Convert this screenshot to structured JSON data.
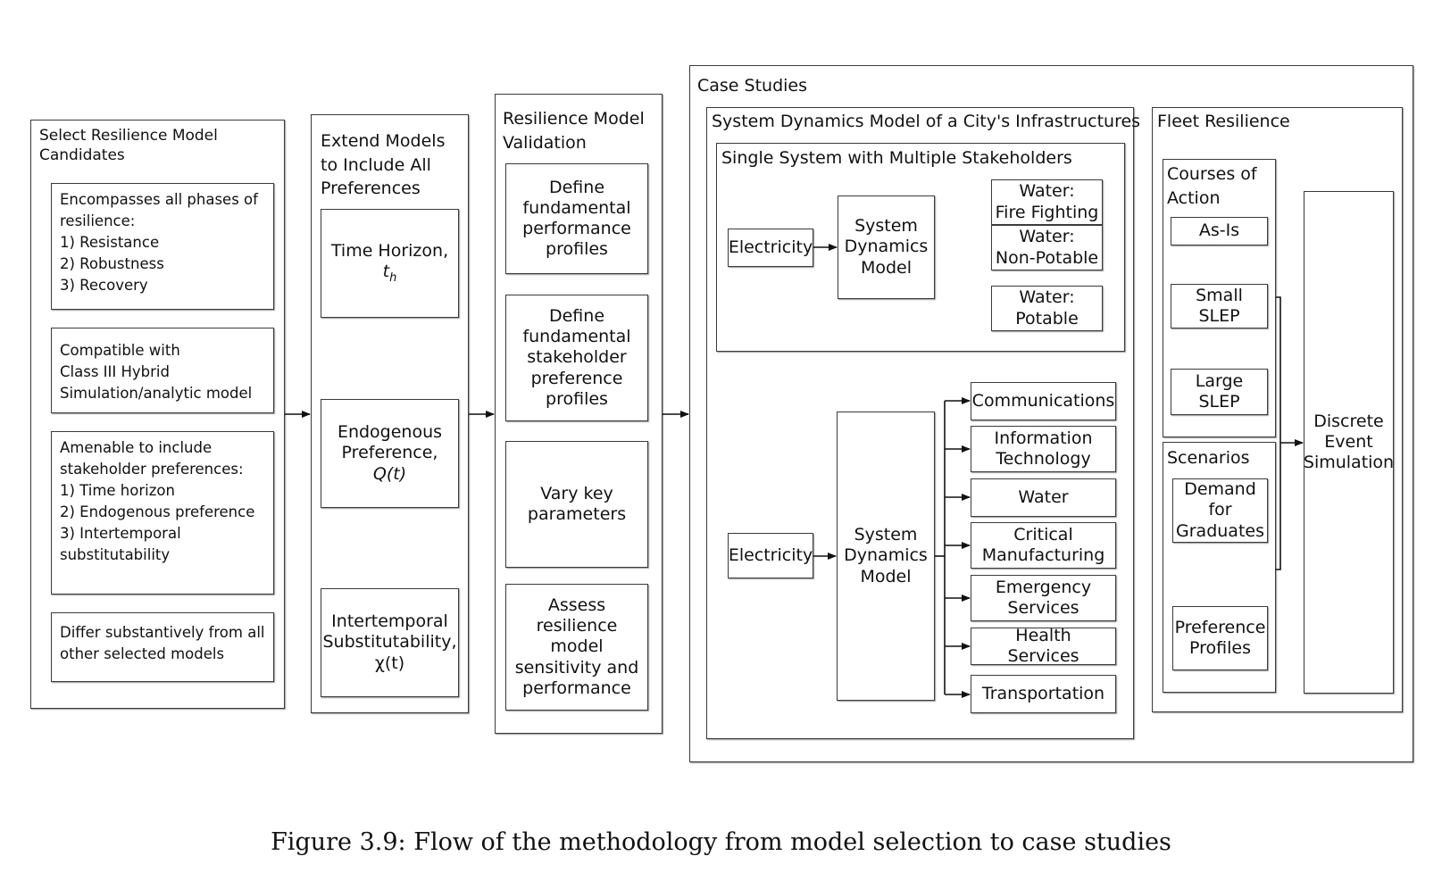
{
  "column1": {
    "title": "Select Resilience Model\nCandidates",
    "boxes": [
      "Encompasses all phases of\nresilience:\n  1) Resistance\n  2) Robustness\n  3) Recovery",
      "Compatible with\nClass III Hybrid\nSimulation/analytic model",
      "Amenable to include\nstakeholder preferences:\n  1) Time horizon\n  2) Endogenous preference\n  3) Intertemporal\nsubstitutability",
      "Differ substantively from all\nother selected models"
    ]
  },
  "column2": {
    "title": "Extend Models\nto Include All\nPreferences",
    "boxes": [
      {
        "line1": "Time Horizon,",
        "symbol": "t",
        "subscript": "h"
      },
      {
        "line1": "Endogenous\nPreference,",
        "symbol": "Q(t)"
      },
      {
        "line1": "Intertemporal\nSubstitutability,",
        "symbol": "χ(t)"
      }
    ]
  },
  "column3": {
    "title": "Resilience Model\nValidation",
    "boxes": [
      "Define\nfundamental\nperformance\nprofiles",
      "Define\nfundamental\nstakeholder\npreference\nprofiles",
      "Vary key\nparameters",
      "Assess\nresilience\nmodel\nsensitivity and\nperformance"
    ]
  },
  "case_studies": {
    "title": "Case Studies",
    "sd_city": {
      "title": "System Dynamics Model of a City's Infrastructures",
      "single": {
        "title": "Single System with Multiple Stakeholders",
        "electricity": "Electricity",
        "sd_model": "System\nDynamics\nModel",
        "outputs": [
          "Water:\nFire Fighting",
          "Water:\nNon-Potable",
          "Water:\nPotable"
        ]
      },
      "multi": {
        "electricity": "Electricity",
        "sd_model": "System\nDynamics\nModel",
        "outputs": [
          "Communications",
          "Information\nTechnology",
          "Water",
          "Critical\nManufacturing",
          "Emergency\nServices",
          "Health\nServices",
          "Transportation"
        ]
      }
    },
    "fleet": {
      "title": "Fleet Resilience",
      "courses": {
        "title": "Courses of\nAction",
        "items": [
          "As-Is",
          "Small SLEP",
          "Large SLEP"
        ]
      },
      "scenarios": {
        "title": "Scenarios",
        "items": [
          "Demand\nfor\nGraduates",
          "Preference\nProfiles"
        ]
      },
      "des": "Discrete\nEvent\nSimulation"
    }
  },
  "caption": "Figure 3.9: Flow of the methodology from model selection to case studies"
}
